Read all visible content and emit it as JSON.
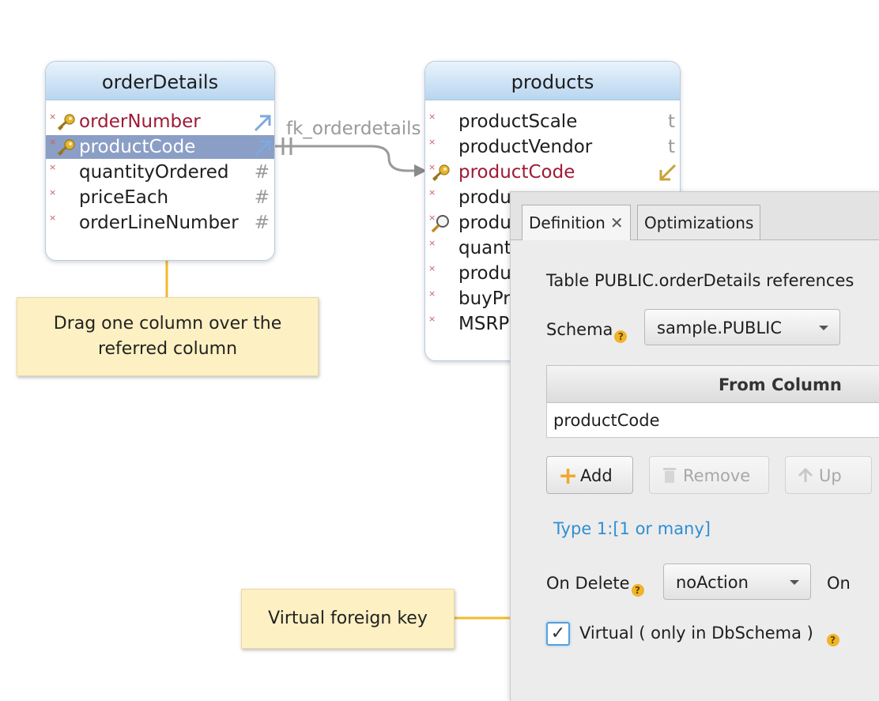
{
  "order_details": {
    "title": "orderDetails",
    "columns": [
      {
        "name": "orderNumber",
        "type": ""
      },
      {
        "name": "productCode",
        "type": ""
      },
      {
        "name": "quantityOrdered",
        "type": "#"
      },
      {
        "name": "priceEach",
        "type": "#"
      },
      {
        "name": "orderLineNumber",
        "type": "#"
      }
    ]
  },
  "products": {
    "title": "products",
    "columns": [
      {
        "name": "productScale",
        "type": "t"
      },
      {
        "name": "productVendor",
        "type": "t"
      },
      {
        "name": "productCode",
        "type": ""
      },
      {
        "name": "produ",
        "type": ""
      },
      {
        "name": "produ",
        "type": ""
      },
      {
        "name": "quant",
        "type": ""
      },
      {
        "name": "produ",
        "type": ""
      },
      {
        "name": "buyPr",
        "type": ""
      },
      {
        "name": "MSRP",
        "type": ""
      }
    ]
  },
  "relation": {
    "label": "fk_orderdetails"
  },
  "callouts": {
    "drag_line1": "Drag one column over the",
    "drag_line2": "referred column",
    "virtual": "Virtual foreign key"
  },
  "dialog": {
    "tabs": {
      "definition": "Definition",
      "optimizations": "Optimizations"
    },
    "description": "Table PUBLIC.orderDetails references",
    "schema_label": "Schema",
    "schema_value": "sample.PUBLIC",
    "grid": {
      "header": "From Column",
      "rows": [
        "productCode"
      ]
    },
    "buttons": {
      "add": "Add",
      "remove": "Remove",
      "up": "Up"
    },
    "type_link": "Type 1:[1 or many]",
    "on_delete_label": "On Delete",
    "on_delete_value": "noAction",
    "on_update_label": "On",
    "virtual_checkbox": "Virtual ( only in DbSchema )",
    "virtual_checked": true
  },
  "colors": {
    "fk_text": "#9e1a36",
    "selection": "#8a9ec6",
    "link": "#2e8fd1",
    "callout": "#fdf0c2"
  }
}
